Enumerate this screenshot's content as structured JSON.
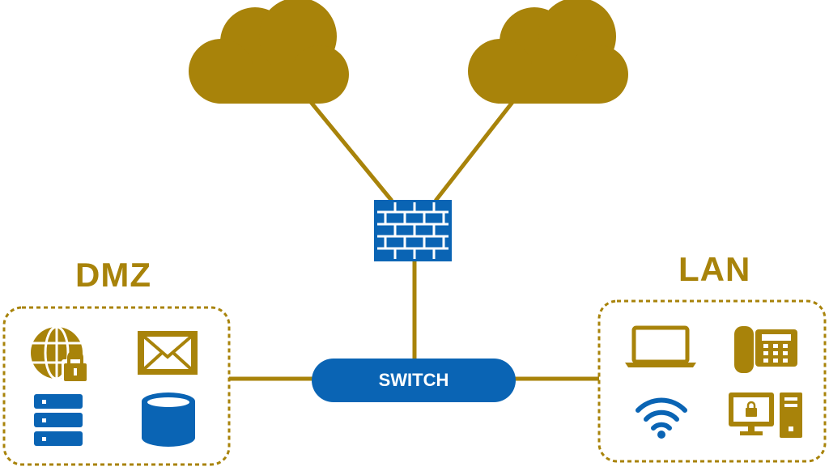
{
  "colors": {
    "gold": "#a8830a",
    "blue": "#0a64b4",
    "white": "#ffffff"
  },
  "zones": {
    "dmz": {
      "label": "DMZ"
    },
    "lan": {
      "label": "LAN"
    }
  },
  "devices": {
    "switch": {
      "label": "SWITCH"
    },
    "firewall": {
      "icon": "firewall-icon"
    },
    "clouds": [
      "cloud-icon",
      "cloud-icon"
    ],
    "dmz_icons": [
      "globe-lock-icon",
      "envelope-icon",
      "server-icon",
      "database-icon"
    ],
    "lan_icons": [
      "laptop-icon",
      "desk-phone-icon",
      "wifi-icon",
      "desktop-computer-icon"
    ]
  }
}
